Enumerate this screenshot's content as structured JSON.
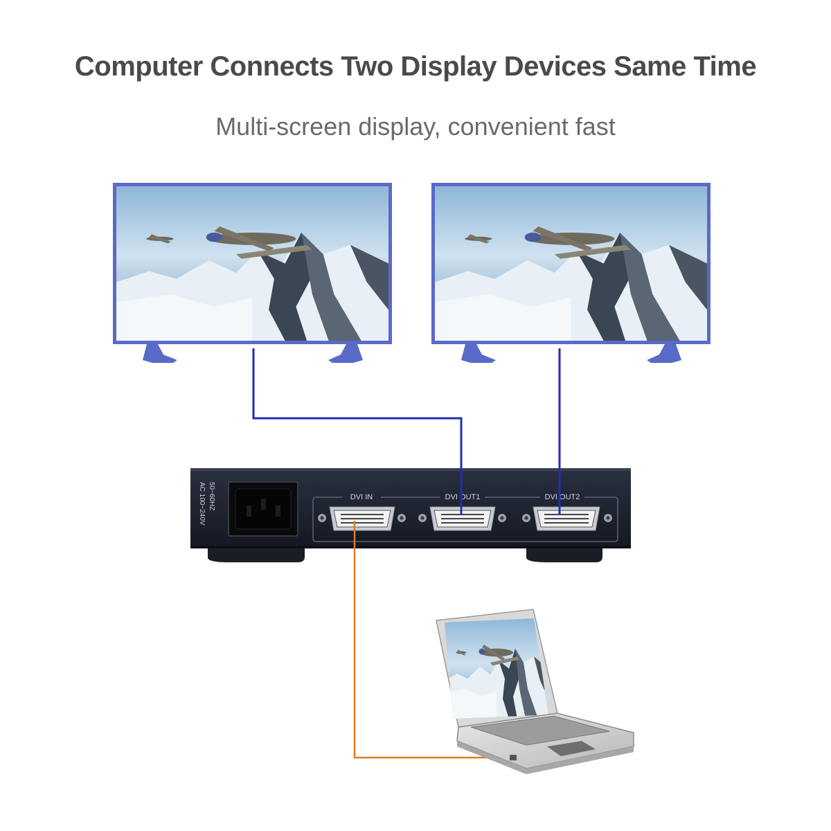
{
  "header": {
    "title": "Computer Connects Two Display Devices Same Time",
    "subtitle": "Multi-screen display, convenient fast"
  },
  "device": {
    "power_label_line1": "AC 100~240V",
    "power_label_line2": "50~60HZ",
    "ports": [
      {
        "label": "DVI IN"
      },
      {
        "label": "DVI OUT1"
      },
      {
        "label": "DVI OUT2"
      }
    ]
  },
  "colors": {
    "display_cable": "#1f2fb0",
    "input_cable": "#e07a1c",
    "tv_frame": "#5a6ac8",
    "device_body": "#1d2230"
  },
  "icons": [
    "tv-left-icon",
    "tv-right-icon",
    "laptop-icon",
    "power-socket-icon",
    "dvi-port-icon"
  ]
}
